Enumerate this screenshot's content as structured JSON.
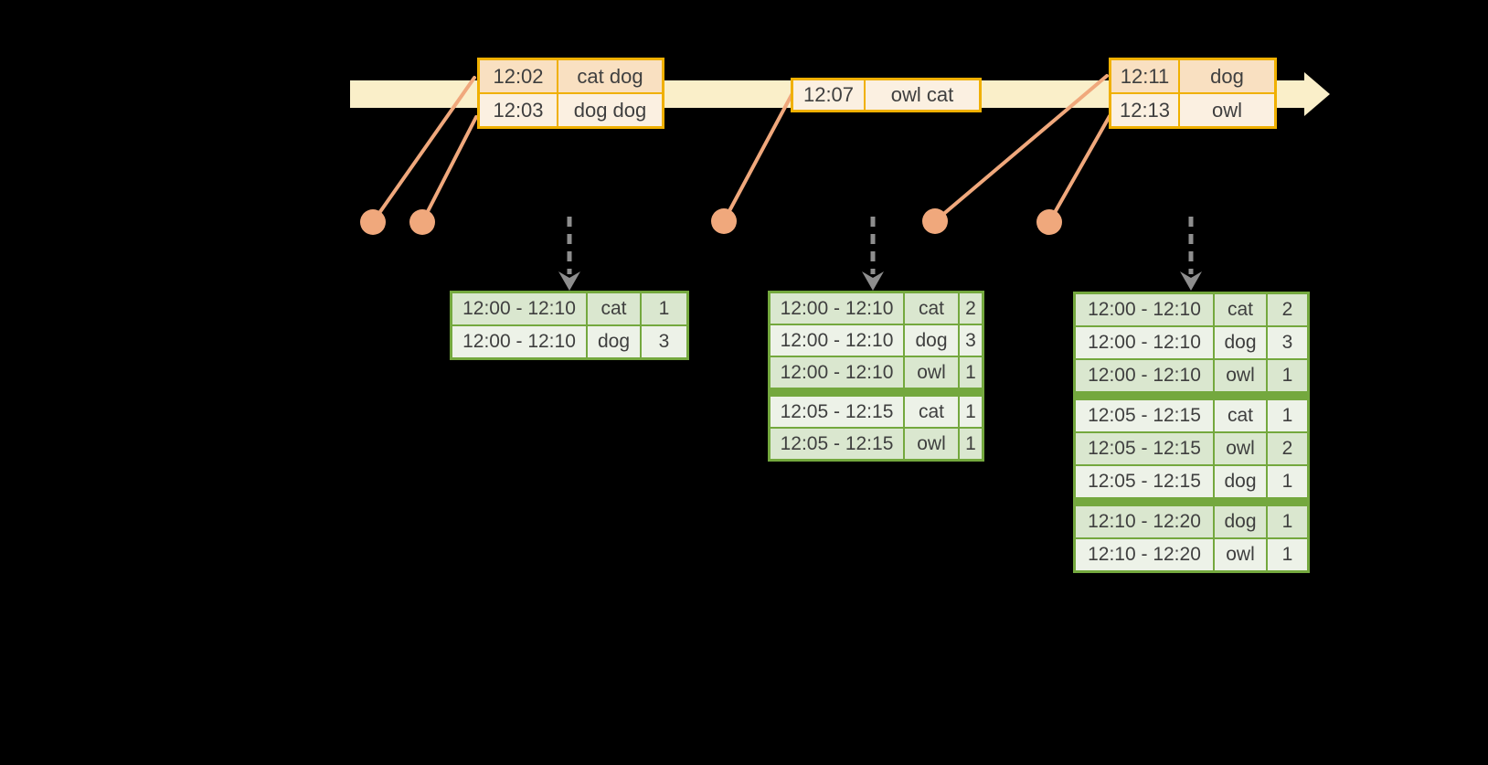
{
  "colors": {
    "background": "#000000",
    "timeline_fill": "#FAEFC9",
    "event_table_border": "#F0B000",
    "event_row_dark": "#F9E0C1",
    "event_row_light": "#FBF0E1",
    "connector_salmon": "#F0A87C",
    "trigger_arrow_gray": "#8E8E8E",
    "result_table_border": "#74A83E",
    "result_row_dark": "#DAE7CF",
    "result_row_light": "#EDF2E8",
    "text": "#3F3F3F"
  },
  "icons": {
    "timeline_arrow": "right-arrow",
    "event_dot": "circle-marker",
    "trigger_arrow": "dashed-down-arrow"
  },
  "event_tables": [
    {
      "rows": [
        {
          "time": "12:02",
          "words": "cat dog"
        },
        {
          "time": "12:03",
          "words": "dog dog"
        }
      ]
    },
    {
      "rows": [
        {
          "time": "12:07",
          "words": "owl cat"
        }
      ]
    },
    {
      "rows": [
        {
          "time": "12:11",
          "words": "dog"
        },
        {
          "time": "12:13",
          "words": "owl"
        }
      ]
    }
  ],
  "result_tables": [
    {
      "rows": [
        {
          "window": "12:00 - 12:10",
          "word": "cat",
          "count": "1"
        },
        {
          "window": "12:00 - 12:10",
          "word": "dog",
          "count": "3"
        }
      ]
    },
    {
      "rows": [
        {
          "window": "12:00 - 12:10",
          "word": "cat",
          "count": "2"
        },
        {
          "window": "12:00 - 12:10",
          "word": "dog",
          "count": "3"
        },
        {
          "window": "12:00 - 12:10",
          "word": "owl",
          "count": "1"
        },
        {
          "window": "12:05 - 12:15",
          "word": "cat",
          "count": "1"
        },
        {
          "window": "12:05 - 12:15",
          "word": "owl",
          "count": "1"
        }
      ]
    },
    {
      "rows": [
        {
          "window": "12:00 - 12:10",
          "word": "cat",
          "count": "2"
        },
        {
          "window": "12:00 - 12:10",
          "word": "dog",
          "count": "3"
        },
        {
          "window": "12:00 - 12:10",
          "word": "owl",
          "count": "1"
        },
        {
          "window": "12:05 - 12:15",
          "word": "cat",
          "count": "1"
        },
        {
          "window": "12:05 - 12:15",
          "word": "owl",
          "count": "2"
        },
        {
          "window": "12:05 - 12:15",
          "word": "dog",
          "count": "1"
        },
        {
          "window": "12:10 - 12:20",
          "word": "dog",
          "count": "1"
        },
        {
          "window": "12:10 - 12:20",
          "word": "owl",
          "count": "1"
        }
      ]
    }
  ]
}
